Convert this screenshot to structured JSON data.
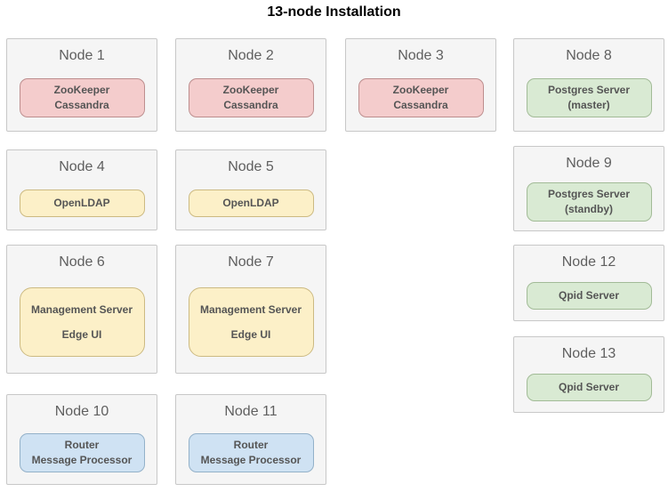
{
  "title": "13-node Installation",
  "palette": {
    "pink": {
      "fill": "#f4cccc",
      "border": "#bd8e8e",
      "text": "#555555"
    },
    "yellow": {
      "fill": "#fcf0c8",
      "border": "#ccba82",
      "text": "#555555"
    },
    "green": {
      "fill": "#d9ead3",
      "border": "#a2bb97",
      "text": "#555555"
    },
    "blue": {
      "fill": "#cfe2f3",
      "border": "#93b1c9",
      "text": "#555555"
    },
    "node": {
      "fill": "#f5f5f5",
      "border": "#c8c8c8",
      "text": "#5f5f5f"
    }
  },
  "nodes": [
    {
      "title": "Node 1",
      "lines": [
        "ZooKeeper",
        "Cassandra"
      ]
    },
    {
      "title": "Node 2",
      "lines": [
        "ZooKeeper",
        "Cassandra"
      ]
    },
    {
      "title": "Node 3",
      "lines": [
        "ZooKeeper",
        "Cassandra"
      ]
    },
    {
      "title": "Node 4",
      "lines": [
        "OpenLDAP"
      ]
    },
    {
      "title": "Node 5",
      "lines": [
        "OpenLDAP"
      ]
    },
    {
      "title": "Node 6",
      "lines": [
        "Management Server",
        "Edge UI"
      ]
    },
    {
      "title": "Node 7",
      "lines": [
        "Management Server",
        "Edge UI"
      ]
    },
    {
      "title": "Node 8",
      "lines": [
        "Postgres Server",
        "(master)"
      ]
    },
    {
      "title": "Node 9",
      "lines": [
        "Postgres Server",
        "(standby)"
      ]
    },
    {
      "title": "Node 10",
      "lines": [
        "Router",
        "Message Processor"
      ]
    },
    {
      "title": "Node 11",
      "lines": [
        "Router",
        "Message Processor"
      ]
    },
    {
      "title": "Node 12",
      "lines": [
        "Qpid Server"
      ]
    },
    {
      "title": "Node 13",
      "lines": [
        "Qpid Server"
      ]
    }
  ]
}
